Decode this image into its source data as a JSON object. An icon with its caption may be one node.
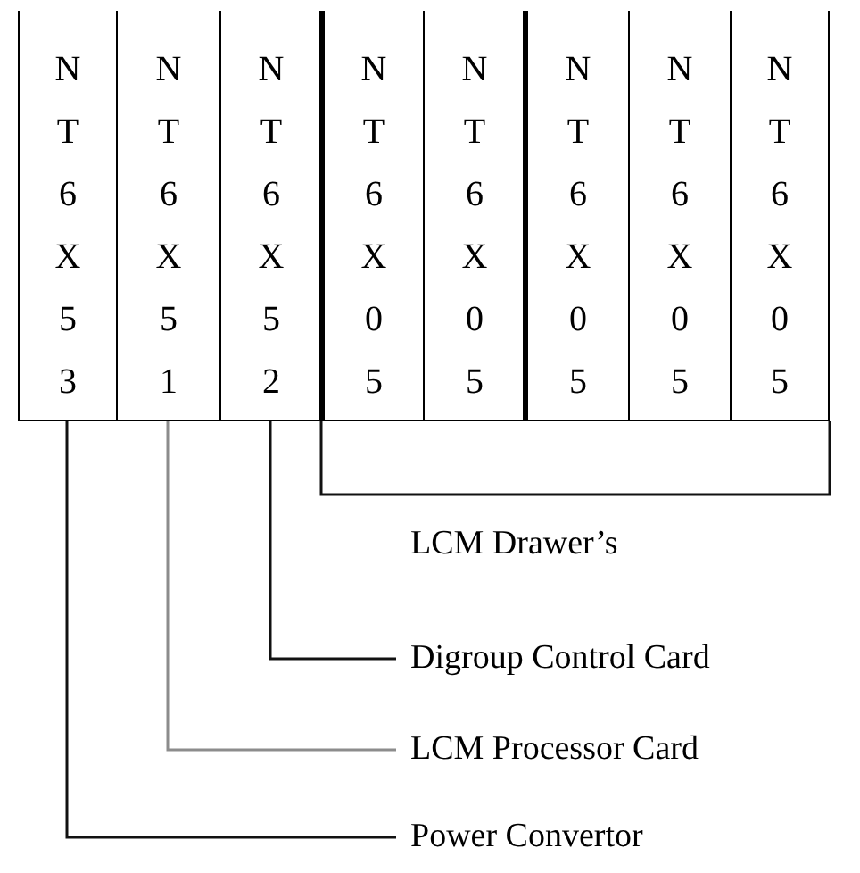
{
  "diagram": {
    "nodes": [
      {
        "text": [
          "NT6X53"
        ]
      },
      {
        "text": [
          "NT6X51"
        ]
      },
      {
        "text": [
          "NT6X52"
        ]
      },
      {
        "text": [
          "NT6X05"
        ]
      },
      {
        "text": [
          "NT6X05"
        ]
      },
      {
        "text": [
          "NT6X05"
        ]
      },
      {
        "text": [
          "NT6X05"
        ]
      },
      {
        "text": [
          "NT6X05"
        ]
      },
      {
        "text": [
          "Digroup Control Card"
        ]
      },
      {
        "text": [
          "LCM Processor Card"
        ]
      },
      {
        "text": [
          "Power Convertor"
        ]
      }
    ],
    "edges": [
      {
        "from": 8,
        "to": 2,
        "arrow": "none"
      },
      {
        "from": 9,
        "to": 1,
        "arrow": "none",
        "color": "#8c8c8c"
      },
      {
        "from": 10,
        "to": 0,
        "arrow": "none"
      }
    ],
    "labels": [
      "LCM Drawer’s"
    ]
  }
}
